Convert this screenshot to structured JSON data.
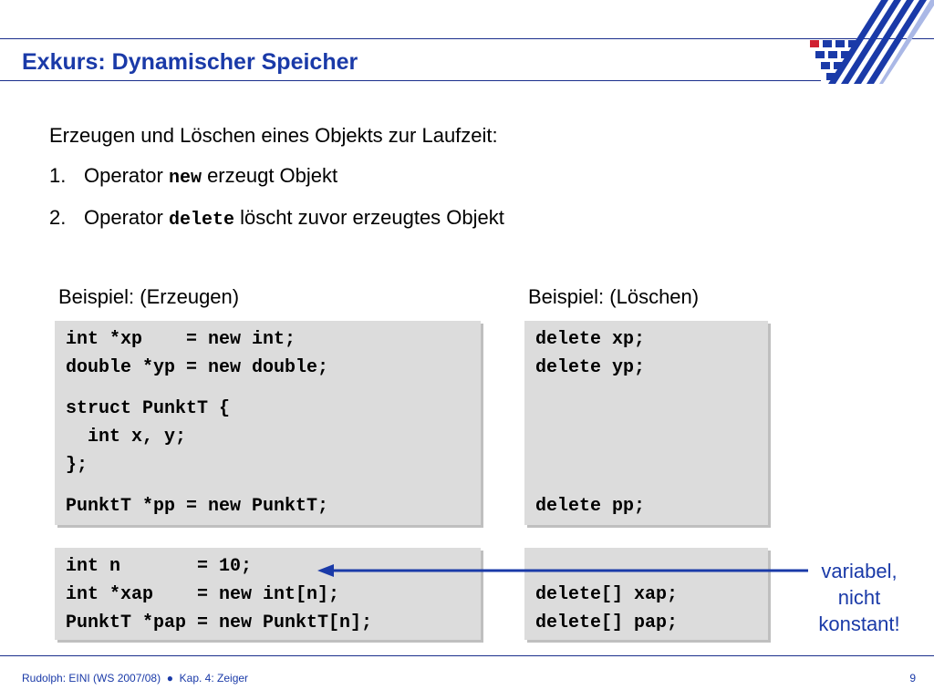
{
  "header": {
    "title": "Exkurs: Dynamischer Speicher"
  },
  "content": {
    "intro": "Erzeugen und Löschen eines Objekts zur Laufzeit:",
    "items": [
      {
        "num": "1.",
        "before": "Operator ",
        "code": "new",
        "after": " erzeugt Objekt"
      },
      {
        "num": "2.",
        "before": "Operator ",
        "code": "delete",
        "after": " löscht zuvor erzeugtes Objekt"
      }
    ],
    "label_create": "Beispiel: (Erzeugen)",
    "label_delete": "Beispiel: (Löschen)",
    "code_create_1": "int *xp    = new int;\ndouble *yp = new double;",
    "code_create_2": "struct PunktT {\n  int x, y;\n};",
    "code_create_3": "PunktT *pp = new PunktT;",
    "code_delete_1": "delete xp;\ndelete yp;",
    "code_delete_2": "delete pp;",
    "code_array_create": "int n       = 10;\nint *xap    = new int[n];\nPunktT *pap = new PunktT[n];",
    "code_array_delete": "delete[] xap;\ndelete[] pap;",
    "note": "variabel,\nnicht\nkonstant!"
  },
  "footer": {
    "left": "Rudolph: EINI (WS 2007/08)  ●  Kap. 4: Zeiger",
    "page": "9"
  },
  "colors": {
    "accent": "#1a3aa8",
    "logo_red": "#d02030",
    "code_bg": "#dcdcdc"
  }
}
